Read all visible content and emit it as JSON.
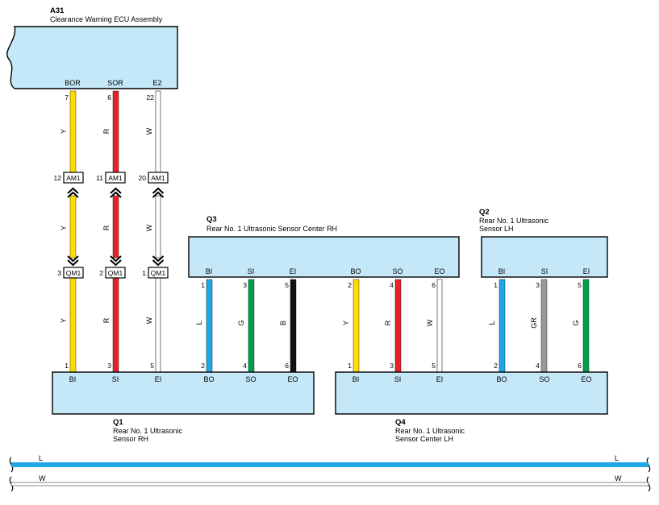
{
  "components": {
    "a31": {
      "code": "A31",
      "name": "Clearance Warning ECU Assembly",
      "pins": [
        {
          "label": "BOR",
          "num": "7"
        },
        {
          "label": "SOR",
          "num": "6"
        },
        {
          "label": "E2",
          "num": "22"
        }
      ]
    },
    "q3": {
      "code": "Q3",
      "name": "Rear No.  1 Ultrasonic Sensor Center RH",
      "pins": [
        {
          "label": "BI",
          "num": "1"
        },
        {
          "label": "SI",
          "num": "3"
        },
        {
          "label": "EI",
          "num": "5"
        },
        {
          "label": "BO",
          "num": "2"
        },
        {
          "label": "SO",
          "num": "4"
        },
        {
          "label": "EO",
          "num": "6"
        }
      ]
    },
    "q2": {
      "code": "Q2",
      "name_lines": [
        "Rear No.  1 Ultrasonic",
        "Sensor LH"
      ],
      "pins": [
        {
          "label": "BI",
          "num": "1"
        },
        {
          "label": "SI",
          "num": "3"
        },
        {
          "label": "EI",
          "num": "5"
        }
      ]
    },
    "q1": {
      "code": "Q1",
      "name_lines": [
        "Rear No.  1 Ultrasonic",
        "Sensor RH"
      ],
      "pins": [
        {
          "label": "BI",
          "num": "1"
        },
        {
          "label": "SI",
          "num": "3"
        },
        {
          "label": "EI",
          "num": "5"
        },
        {
          "label": "BO",
          "num": "2"
        },
        {
          "label": "SO",
          "num": "4"
        },
        {
          "label": "EO",
          "num": "6"
        }
      ]
    },
    "q4": {
      "code": "Q4",
      "name_lines": [
        "Rear No.  1 Ultrasonic",
        "Sensor Center LH"
      ],
      "pins": [
        {
          "label": "BI",
          "num": "1"
        },
        {
          "label": "SI",
          "num": "3"
        },
        {
          "label": "EI",
          "num": "5"
        },
        {
          "label": "BO",
          "num": "2"
        },
        {
          "label": "SO",
          "num": "4"
        },
        {
          "label": "EO",
          "num": "6"
        }
      ]
    }
  },
  "connectors": {
    "am1": {
      "name": "AM1",
      "pins": [
        "12",
        "11",
        "20"
      ]
    },
    "qm1": {
      "name": "QM1",
      "pins": [
        "3",
        "2",
        "1"
      ]
    }
  },
  "wires": [
    {
      "id": "a31-am1-bor",
      "color_code": "Y",
      "color": "#ffdc00"
    },
    {
      "id": "a31-am1-sor",
      "color_code": "R",
      "color": "#e8202a"
    },
    {
      "id": "a31-am1-e2",
      "color_code": "W",
      "color": "#ffffff"
    },
    {
      "id": "am1-qm1-bor",
      "color_code": "Y",
      "color": "#ffdc00"
    },
    {
      "id": "am1-qm1-sor",
      "color_code": "R",
      "color": "#e8202a"
    },
    {
      "id": "am1-qm1-e2",
      "color_code": "W",
      "color": "#ffffff"
    },
    {
      "id": "qm1-q1-bi",
      "color_code": "Y",
      "color": "#ffdc00"
    },
    {
      "id": "qm1-q1-si",
      "color_code": "R",
      "color": "#e8202a"
    },
    {
      "id": "qm1-q1-ei",
      "color_code": "W",
      "color": "#ffffff"
    },
    {
      "id": "q3-q1-bi",
      "color_code": "L",
      "color": "#1ea7e6"
    },
    {
      "id": "q3-q1-si",
      "color_code": "G",
      "color": "#00a04f"
    },
    {
      "id": "q3-q1-ei",
      "color_code": "B",
      "color": "#111111"
    },
    {
      "id": "q3-q4-bo",
      "color_code": "Y",
      "color": "#ffdc00"
    },
    {
      "id": "q3-q4-so",
      "color_code": "R",
      "color": "#e8202a"
    },
    {
      "id": "q3-q4-eo",
      "color_code": "W",
      "color": "#ffffff"
    },
    {
      "id": "q2-q4-bi",
      "color_code": "L",
      "color": "#1ea7e6"
    },
    {
      "id": "q2-q4-si",
      "color_code": "GR",
      "color": "#999999"
    },
    {
      "id": "q2-q4-ei",
      "color_code": "G",
      "color": "#00a04f"
    }
  ],
  "legend_lines": [
    {
      "code": "L",
      "color": "#1ea7e6"
    },
    {
      "code": "W",
      "color": "#ffffff"
    }
  ]
}
